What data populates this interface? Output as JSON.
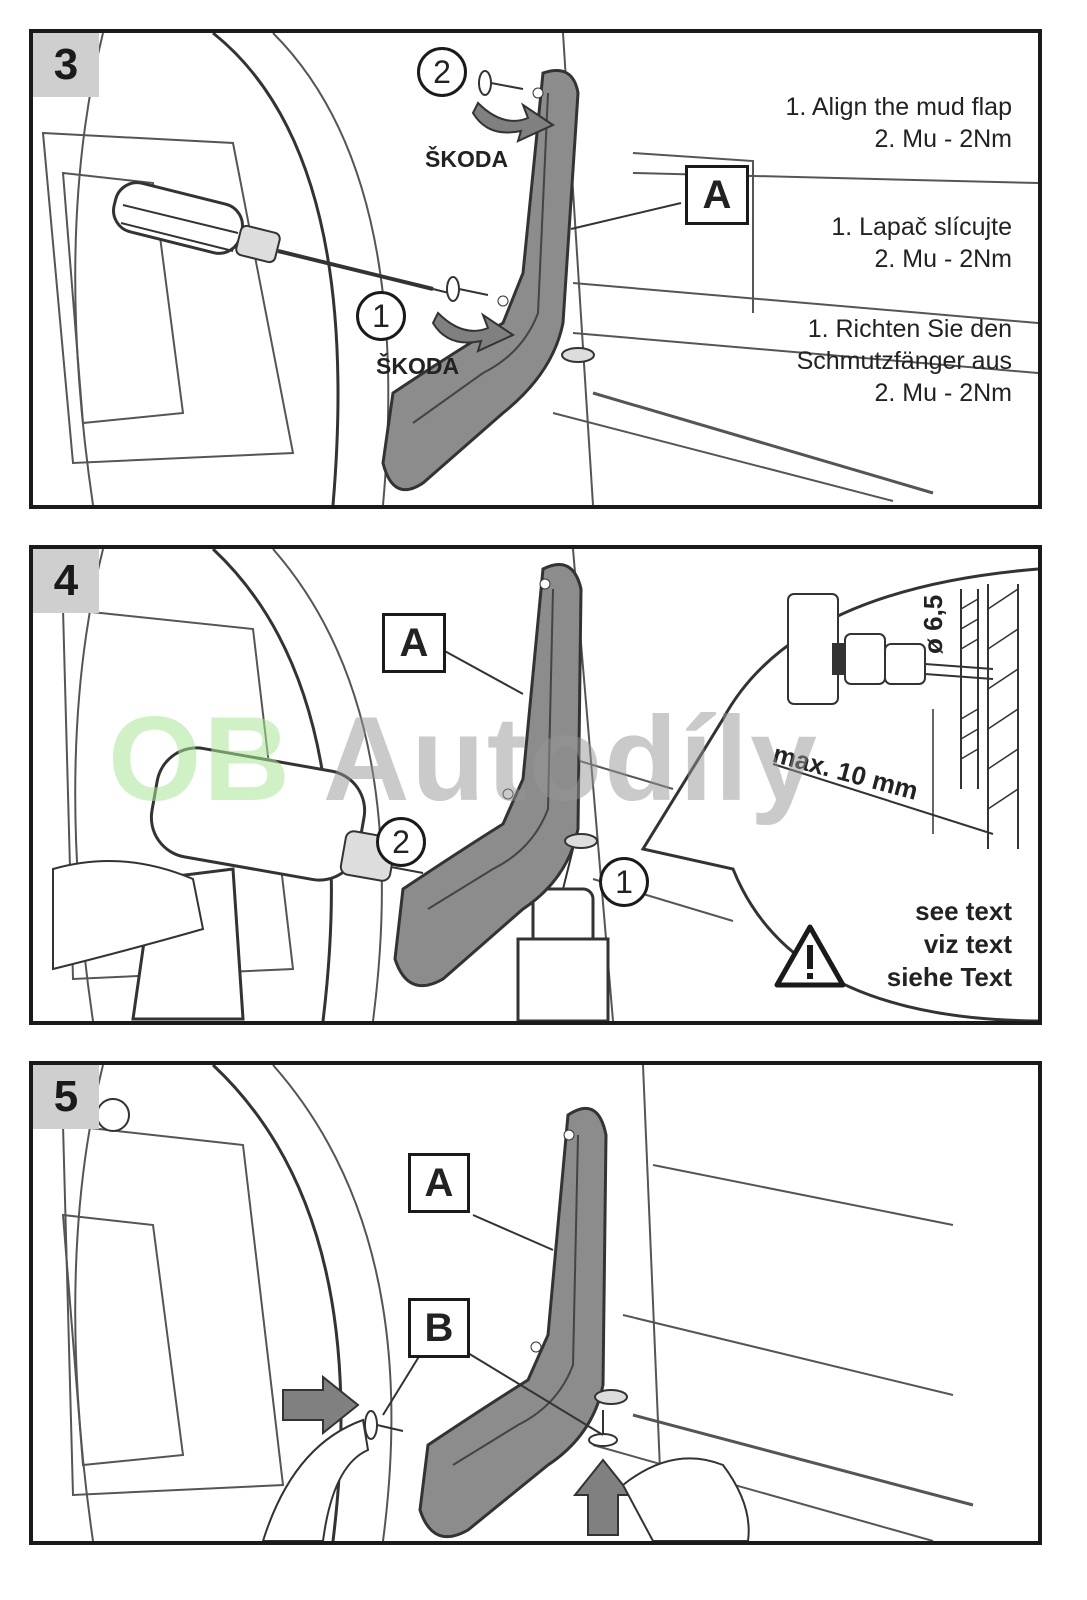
{
  "steps": [
    {
      "number": "3",
      "text_en": [
        "1. Align the mud flap",
        "2. Mu - 2Nm"
      ],
      "text_cs": [
        "1. Lapač slícujte",
        "2. Mu - 2Nm"
      ],
      "text_de": [
        "1. Richten Sie den",
        "Schmutzfänger aus",
        "2. Mu - 2Nm"
      ],
      "callout": "A",
      "markers": [
        "2",
        "1"
      ],
      "brand": "ŠKODA"
    },
    {
      "number": "4",
      "callout": "A",
      "markers": [
        "2",
        "1"
      ],
      "diameter": "ø 6,5",
      "max_depth": "max. 10 mm",
      "note": [
        "see text",
        "viz text",
        "siehe Text"
      ]
    },
    {
      "number": "5",
      "callouts": [
        "A",
        "B"
      ]
    }
  ],
  "watermark": {
    "part1": "OB",
    "part2": " Autodíly"
  },
  "icons": [
    "screwdriver-icon",
    "drill-icon",
    "warning-triangle-icon",
    "arrow-icon"
  ],
  "colors": {
    "border": "#1a1a1a",
    "badge": "#cfcfcf",
    "part": "#8c8c8c",
    "watermark_green": "#aae696"
  }
}
